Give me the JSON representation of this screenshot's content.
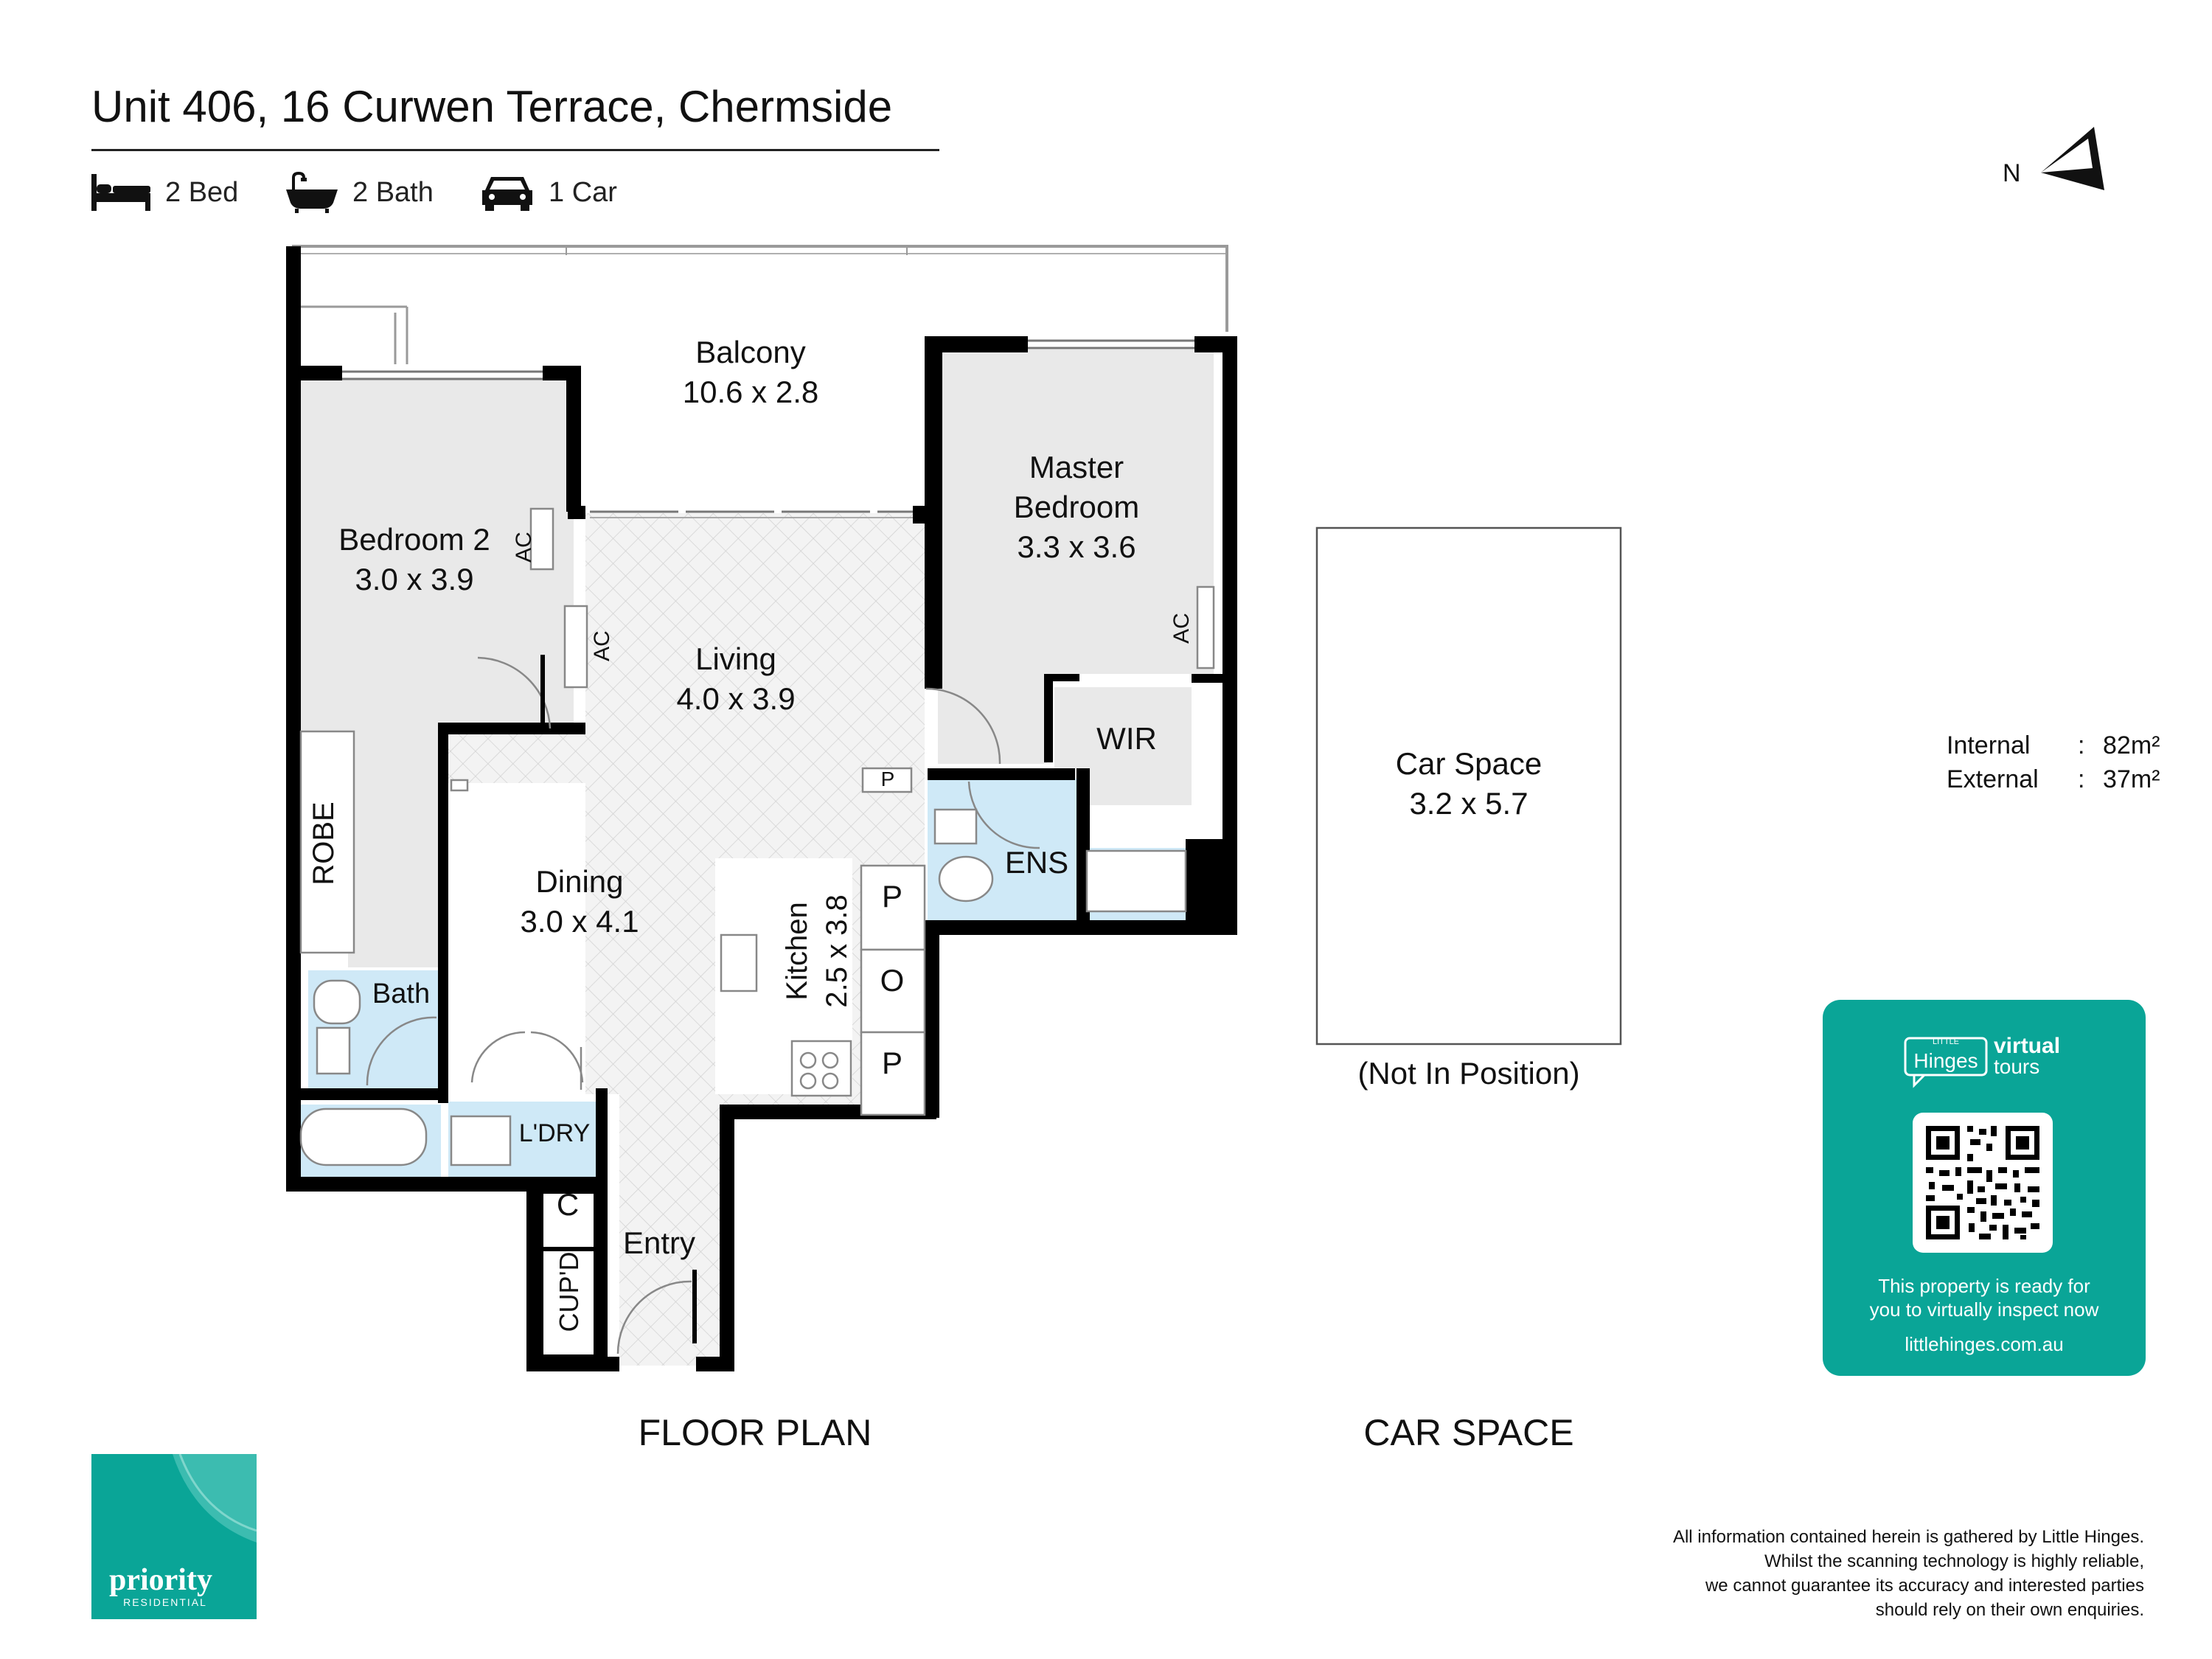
{
  "header": {
    "title": "Unit 406, 16 Curwen Terrace, Chermside",
    "features": [
      {
        "icon": "bed-icon",
        "label": "2 Bed"
      },
      {
        "icon": "bath-icon",
        "label": "2 Bath"
      },
      {
        "icon": "car-icon",
        "label": "1 Car"
      }
    ]
  },
  "compass": {
    "label": "N"
  },
  "rooms": {
    "balcony": {
      "name": "Balcony",
      "size": "10.6 x 2.8"
    },
    "bedroom2": {
      "name": "Bedroom 2",
      "size": "3.0 x 3.9"
    },
    "master": {
      "name_line1": "Master",
      "name_line2": "Bedroom",
      "size": "3.3 x 3.6"
    },
    "living": {
      "name": "Living",
      "size": "4.0 x 3.9"
    },
    "dining": {
      "name": "Dining",
      "size": "3.0 x 4.1"
    },
    "kitchen": {
      "name": "Kitchen",
      "size": "2.5 x 3.8"
    },
    "wir": "WIR",
    "ens": "ENS",
    "robe": "ROBE",
    "bath": "Bath",
    "laundry": "L'DRY",
    "entry": "Entry",
    "cupd": "CUP'D",
    "c": "C",
    "ac": "AC",
    "p": "P",
    "o": "O"
  },
  "car_space": {
    "name": "Car Space",
    "size": "3.2 x 5.7",
    "note": "(Not In Position)"
  },
  "labels": {
    "floor_plan": "FLOOR PLAN",
    "car_space": "CAR SPACE"
  },
  "areas": [
    {
      "label": "Internal",
      "value": "82m²"
    },
    {
      "label": "External",
      "value": "37m²"
    }
  ],
  "virtual_tour": {
    "brand_small": "LITTLE",
    "brand": "Hinges",
    "line1": "virtual",
    "line2": "tours",
    "message_line1": "This property is ready for",
    "message_line2": "you to virtually inspect now",
    "url": "littlehinges.com.au"
  },
  "agency": {
    "name": "priority",
    "sub": "RESIDENTIAL"
  },
  "disclaimer": [
    "All information contained herein is gathered by Little Hinges.",
    "Whilst the scanning technology is highly reliable,",
    "we cannot guarantee its accuracy and interested parties",
    "should rely on their own enquiries."
  ],
  "colors": {
    "brand_teal": "#0aa597",
    "room_grey": "#e9e9e9",
    "wet_blue": "#cfe9f7",
    "wall": "#000000"
  }
}
